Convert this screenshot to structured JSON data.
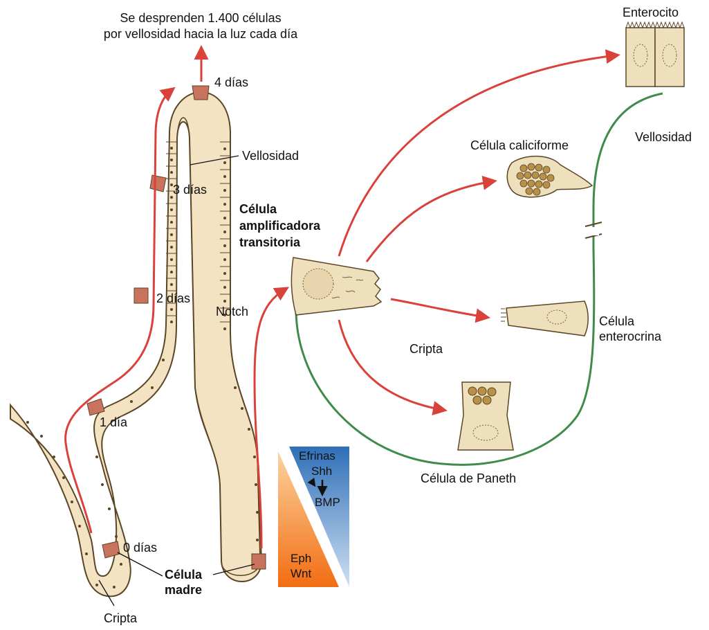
{
  "top_caption": {
    "line1": "Se desprenden 1.400 células",
    "line2": "por vellosidad hacia la luz cada día"
  },
  "timeline": {
    "day0": "0 días",
    "day1": "1 día",
    "day2": "2 días",
    "day3": "3 días",
    "day4": "4 días"
  },
  "labels": {
    "villus": "Vellosidad",
    "crypt_bottom": "Cripta",
    "stem_cell_line1": "Célula",
    "stem_cell_line2": "madre",
    "notch": "Notch",
    "transit_line1": "Célula",
    "transit_line2": "amplificadora",
    "transit_line3": "transitoria",
    "crypt_middle": "Cripta",
    "villus_right": "Vellosidad"
  },
  "cell_types": {
    "enterocyte": "Enterocito",
    "goblet": "Célula caliciforme",
    "enteroendocrine_line1": "Célula",
    "enteroendocrine_line2": "enterocrina",
    "paneth": "Célula de Paneth"
  },
  "gradient": {
    "top_1": "Efrinas",
    "top_2": "Shh",
    "top_3": "BMP",
    "bottom_1": "Eph",
    "bottom_2": "Wnt"
  },
  "colors": {
    "arrow_red": "#d9413a",
    "green_line": "#3f8c4a",
    "cell_fill": "#f3e3c3",
    "cell_border": "#5a4524",
    "marked_cell": "#c9725e",
    "orange": "#f47d20",
    "blue": "#3f84c4"
  }
}
